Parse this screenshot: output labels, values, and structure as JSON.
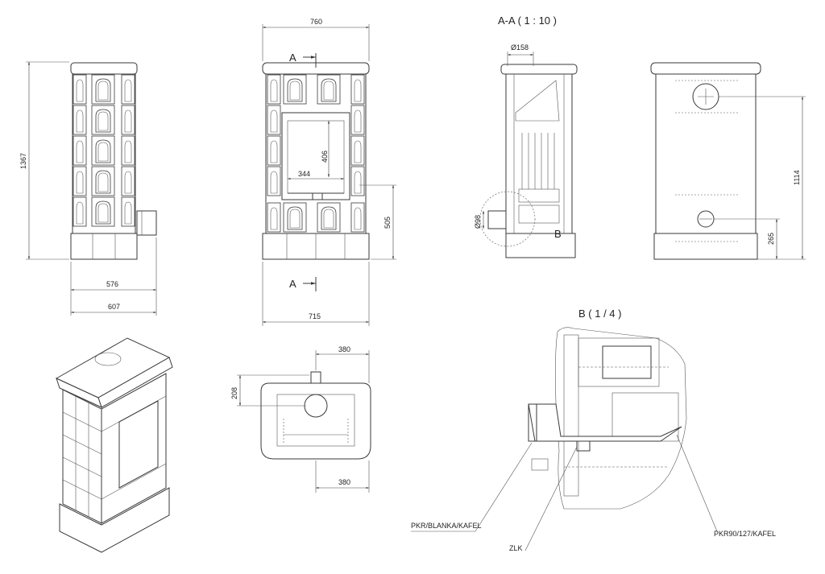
{
  "titles": {
    "section_aa": "A-A ( 1 : 10 )",
    "detail_b": "B ( 1 / 4 )"
  },
  "dimensions": {
    "height_total": "1367",
    "width_front_top": "760",
    "depth_576": "576",
    "depth_607": "607",
    "firebox_height": "406",
    "firebox_width": "344",
    "door_height": "505",
    "width_bottom": "715",
    "flue_diameter": "Ø158",
    "inlet_diameter": "Ø98",
    "flue_height_back": "1114",
    "inlet_height_back": "265",
    "plan_top_380": "380",
    "plan_bottom_380": "380",
    "plan_depth_208": "208"
  },
  "markers": {
    "section_a_top": "A",
    "section_a_bottom": "A",
    "detail_b": "B"
  },
  "callouts": {
    "pkr_blanka": "PKR/BLANKA/KAFEL",
    "zlk": "ZLK",
    "pkr90": "PKR90/127/KAFEL"
  }
}
